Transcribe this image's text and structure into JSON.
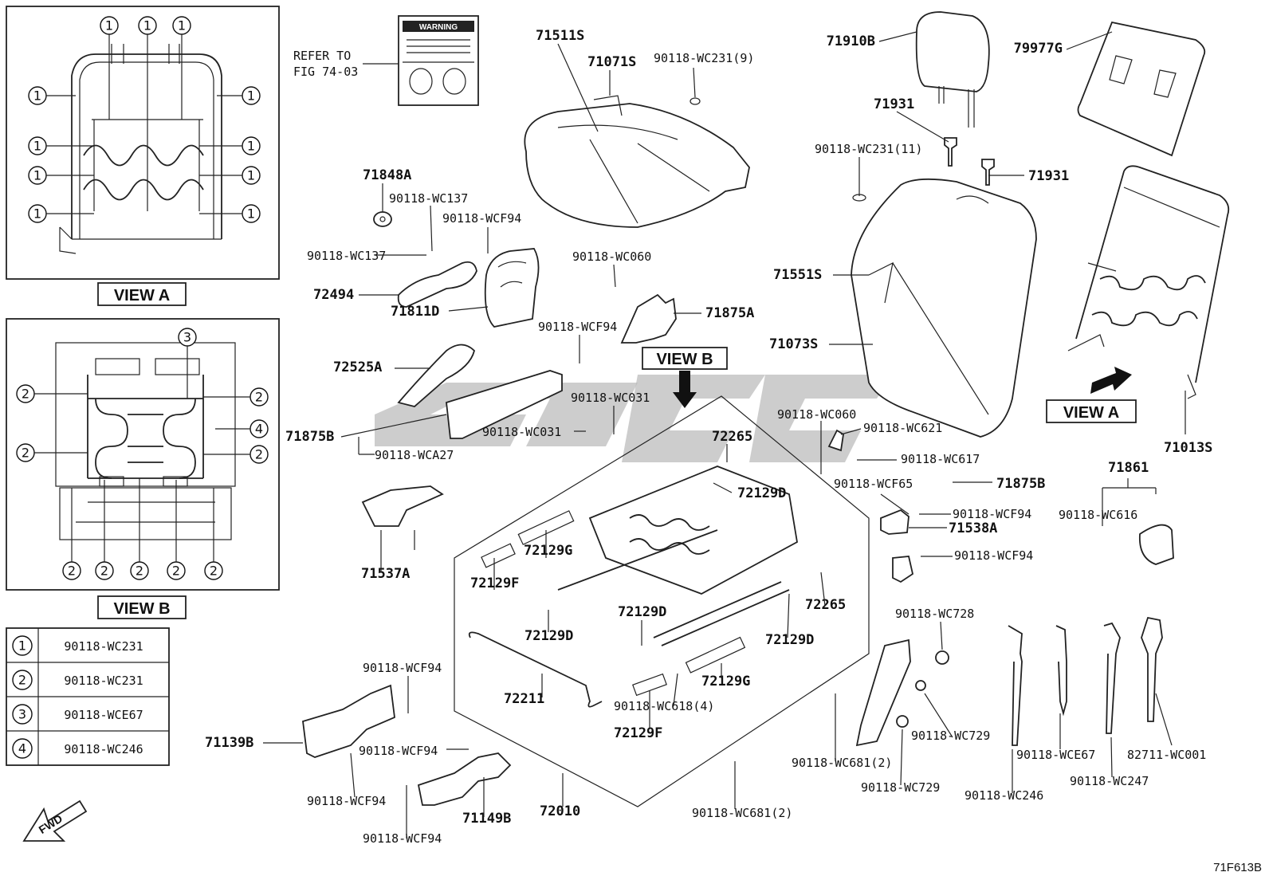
{
  "view_a_title": "VIEW A",
  "view_b_title": "VIEW B",
  "view_a_callout": "VIEW A",
  "view_b_callout": "VIEW B",
  "refer_note_line1": "REFER TO",
  "refer_note_line2": "FIG 74-03",
  "warning_label": "WARNING",
  "fwd_label": "FWD",
  "figure_code": "71F613B",
  "legend": [
    {
      "symbol": "1",
      "part": "90118-WC231"
    },
    {
      "symbol": "2",
      "part": "90118-WC231"
    },
    {
      "symbol": "3",
      "part": "90118-WCE67"
    },
    {
      "symbol": "4",
      "part": "90118-WC246"
    }
  ],
  "view_a_markers": [
    "1",
    "1",
    "1",
    "1",
    "1",
    "1",
    "1",
    "1",
    "1",
    "1",
    "1"
  ],
  "view_b_markers": [
    "3",
    "2",
    "2",
    "4",
    "2",
    "2",
    "2",
    "2",
    "2",
    "2",
    "2"
  ],
  "parts": {
    "p71511S": "71511S",
    "p71071S": "71071S",
    "p90118WC231_9": "90118-WC231(9)",
    "p71910B": "71910B",
    "p79977G": "79977G",
    "p71931a": "71931",
    "p71931b": "71931",
    "p90118WC231_11": "90118-WC231(11)",
    "p71848A": "71848A",
    "p90118WC137a": "90118-WC137",
    "p90118WC137b": "90118-WC137",
    "p90118WCF94a": "90118-WCF94",
    "p72494": "72494",
    "p71811D": "71811D",
    "p90118WC060a": "90118-WC060",
    "p71875A": "71875A",
    "p90118WCF94b": "90118-WCF94",
    "p72525A": "72525A",
    "p90118WC031a": "90118-WC031",
    "p90118WC031b": "90118-WC031",
    "p71875Ba": "71875B",
    "p90118WCA27": "90118-WCA27",
    "p71551S": "71551S",
    "p71073S": "71073S",
    "p71013S": "71013S",
    "p90118WC060b": "90118-WC060",
    "p90118WC621": "90118-WC621",
    "p90118WC617": "90118-WC617",
    "p90118WCF65": "90118-WCF65",
    "p71875Bb": "71875B",
    "p90118WCF94c": "90118-WCF94",
    "p71538A": "71538A",
    "p90118WCF94d": "90118-WCF94",
    "p71861": "71861",
    "p90118WC616": "90118-WC616",
    "p72265a": "72265",
    "p72129Da": "72129D",
    "p71537A": "71537A",
    "p72129G_a": "72129G",
    "p72129F_a": "72129F",
    "p72129Db": "72129D",
    "p72129Dc": "72129D",
    "p72265b": "72265",
    "p72129Dd": "72129D",
    "p72129G_b": "72129G",
    "p90118WC618": "90118-WC618(4)",
    "p72211": "72211",
    "p72129F_b": "72129F",
    "p90118WC728": "90118-WC728",
    "p90118WC729a": "90118-WC729",
    "p90118WC729b": "90118-WC729",
    "p90118WC681a": "90118-WC681(2)",
    "p90118WC681b": "90118-WC681(2)",
    "p90118WC246": "90118-WC246",
    "p90118WCE67": "90118-WCE67",
    "p90118WC247": "90118-WC247",
    "p82711WC001": "82711-WC001",
    "p90118WCF94e": "90118-WCF94",
    "p71139B": "71139B",
    "p90118WCF94f": "90118-WCF94",
    "p90118WCF94g": "90118-WCF94",
    "p71149B": "71149B",
    "p90118WCF94h": "90118-WCF94",
    "p72010": "72010"
  }
}
